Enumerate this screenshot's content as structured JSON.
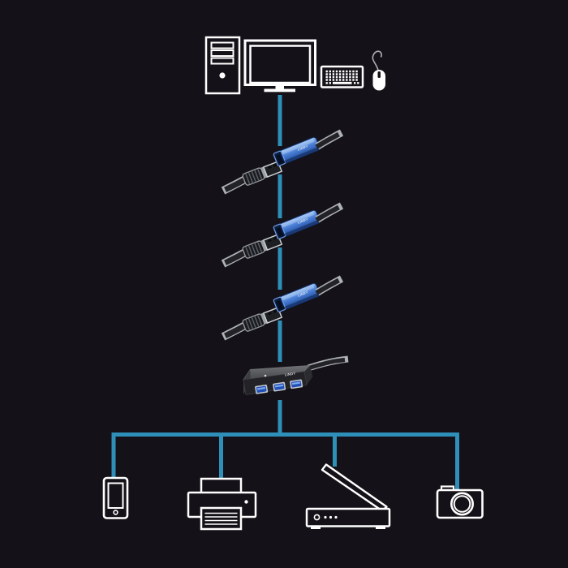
{
  "colors": {
    "background": "#151118",
    "line": "#2E8FB9",
    "icon": "#FFFFFF",
    "module_blue": "#3568C4",
    "module_blue_light": "#8FBCF5",
    "module_face_dark": "#0D1E40",
    "cable_dark": "#232327",
    "cable_outline": "#AEB2B6",
    "metal_outline": "#CBCFD4",
    "hub_top": "#55565A",
    "hub_front": "#232327",
    "port_blue": "#2050B4"
  },
  "labels": {
    "brand": "LINDY"
  },
  "diagram": {
    "source_icons": [
      "computer-tower",
      "monitor",
      "keyboard",
      "mouse"
    ],
    "chain": [
      {
        "type": "active-usb-extension-cable",
        "module_label": "LINDY"
      },
      {
        "type": "active-usb-extension-cable",
        "module_label": "LINDY"
      },
      {
        "type": "active-usb-extension-cable",
        "module_label": "LINDY"
      }
    ],
    "hub": {
      "type": "usb-hub",
      "visible_ports": 3,
      "label": "LINDY"
    },
    "endpoint_icons": [
      "smartphone",
      "printer",
      "scanner",
      "camera"
    ]
  }
}
